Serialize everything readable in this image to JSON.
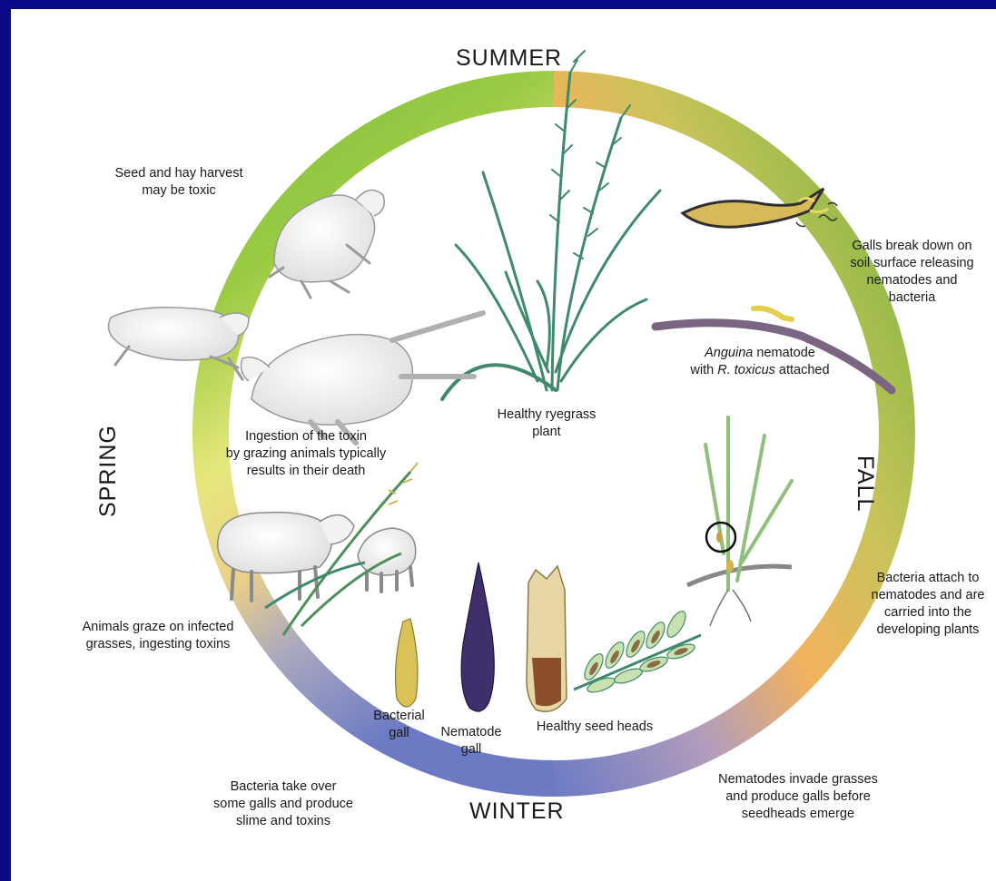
{
  "seasons": {
    "summer": "SUMMER",
    "fall": "FALL",
    "winter": "WINTER",
    "spring": "SPRING"
  },
  "labels": {
    "seed_hay_1": "Seed and hay harvest",
    "seed_hay_2": "may be toxic",
    "galls_break_1": "Galls break down on",
    "galls_break_2": "soil surface releasing",
    "galls_break_3": "nematodes and",
    "galls_break_4": "bacteria",
    "anguina_genus": "Anguina",
    "anguina_rest": " nematode",
    "anguina_with": "with ",
    "anguina_species": "R. toxicus",
    "anguina_attached": " attached",
    "healthy_plant_1": "Healthy ryegrass",
    "healthy_plant_2": "plant",
    "ingestion_1": "Ingestion of the toxin",
    "ingestion_2": "by grazing animals typically",
    "ingestion_3": "results in their death",
    "bacteria_attach_1": "Bacteria attach to",
    "bacteria_attach_2": "nematodes  and are",
    "bacteria_attach_3": "carried into the",
    "bacteria_attach_4": "developing plants",
    "animals_graze_1": "Animals graze on infected",
    "animals_graze_2": "grasses, ingesting toxins",
    "bacterial_gall_1": "Bacterial",
    "bacterial_gall_2": "gall",
    "nematode_gall_1": "Nematode",
    "nematode_gall_2": "gall",
    "healthy_seed_heads": "Healthy seed heads",
    "bacteria_takeover_1": "Bacteria take over",
    "bacteria_takeover_2": "some galls and produce",
    "bacteria_takeover_3": "slime and toxins",
    "nematodes_invade_1": "Nematodes invade grasses",
    "nematodes_invade_2": "and produce galls before",
    "nematodes_invade_3": "seedheads emerge"
  },
  "colors": {
    "frame": "#0a0a88",
    "ring_summer": "#74b843",
    "ring_fall": "#f2b35c",
    "ring_winter": "#6f7cc4",
    "ring_spring": "#eef08a",
    "grass": "#3f8a6a",
    "nematode": "#7a6582",
    "gall_yellow": "#d9c257",
    "gall_purple": "#3f2f6b",
    "seed_brown": "#8c4e2c"
  },
  "icons": [
    "ryegrass-plant-icon",
    "sheep-icon",
    "nematode-icon",
    "gall-icon",
    "seed-head-icon",
    "seedling-icon"
  ]
}
